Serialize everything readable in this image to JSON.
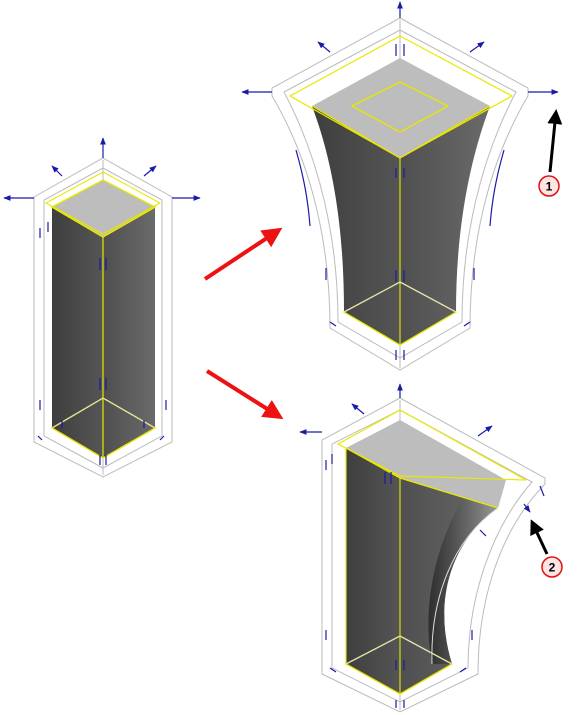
{
  "colors": {
    "background": "#ffffff",
    "cage": "#bbbbbb",
    "handle": "#1a1aa8",
    "selection": "#e8e800",
    "solid_front": "#4a4a4a",
    "solid_side": "#5c5c5c",
    "solid_top": "#bdbdbd",
    "flow_arrow": "#ee1111",
    "leader_arrow": "#000000",
    "callout_fill": "#ffe4e4",
    "callout_stroke": "#dd1111"
  },
  "callouts": [
    {
      "number": "1"
    },
    {
      "number": "2"
    }
  ],
  "figures": [
    {
      "name": "original-box",
      "icon": "rectangular-column-solid"
    },
    {
      "name": "tapered-box",
      "icon": "tapered-column-solid"
    },
    {
      "name": "single-side-curved-box",
      "icon": "single-curve-column-solid"
    }
  ]
}
